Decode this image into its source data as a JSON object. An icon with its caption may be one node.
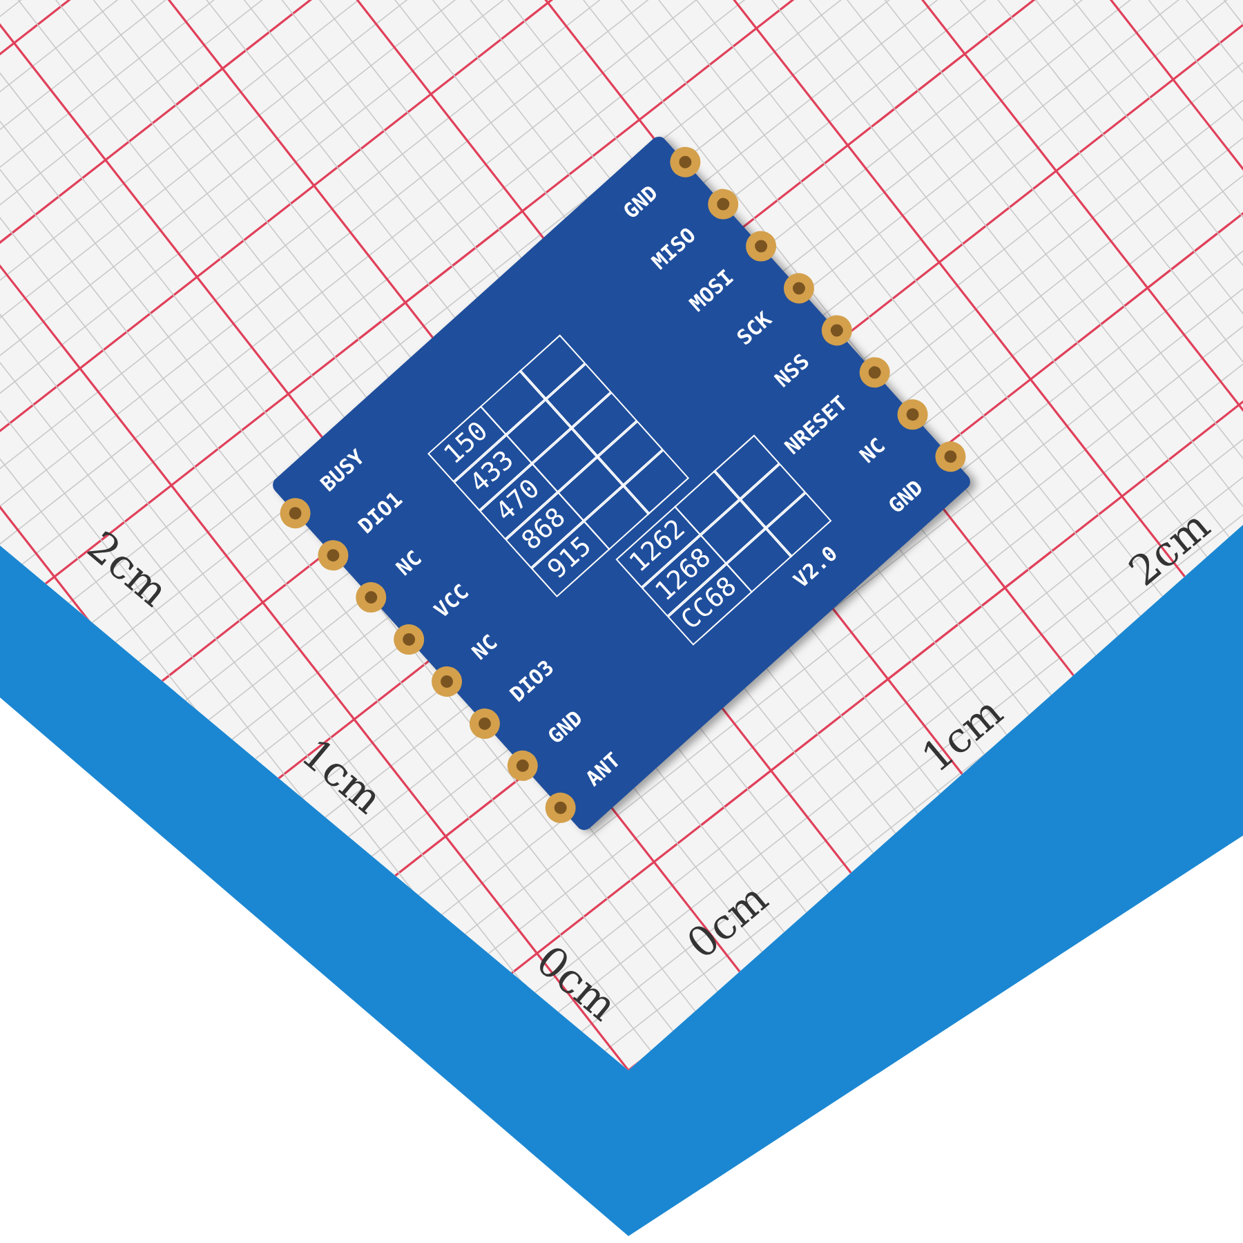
{
  "diagram": {
    "labels": [
      "GND",
      "MISO",
      "MOSI",
      "SCK",
      "NSS",
      "NRESET",
      "NC",
      "GND",
      "BUSY",
      "DIO1",
      "NC",
      "VCC",
      "NC",
      "DIO3",
      "GND",
      "ANT",
      "150",
      "433",
      "470",
      "868",
      "915",
      "1262",
      "1268",
      "CC68",
      "V2.0",
      "2cm",
      "2cm",
      "1cm",
      "1cm",
      "0cm",
      "0cm"
    ]
  }
}
